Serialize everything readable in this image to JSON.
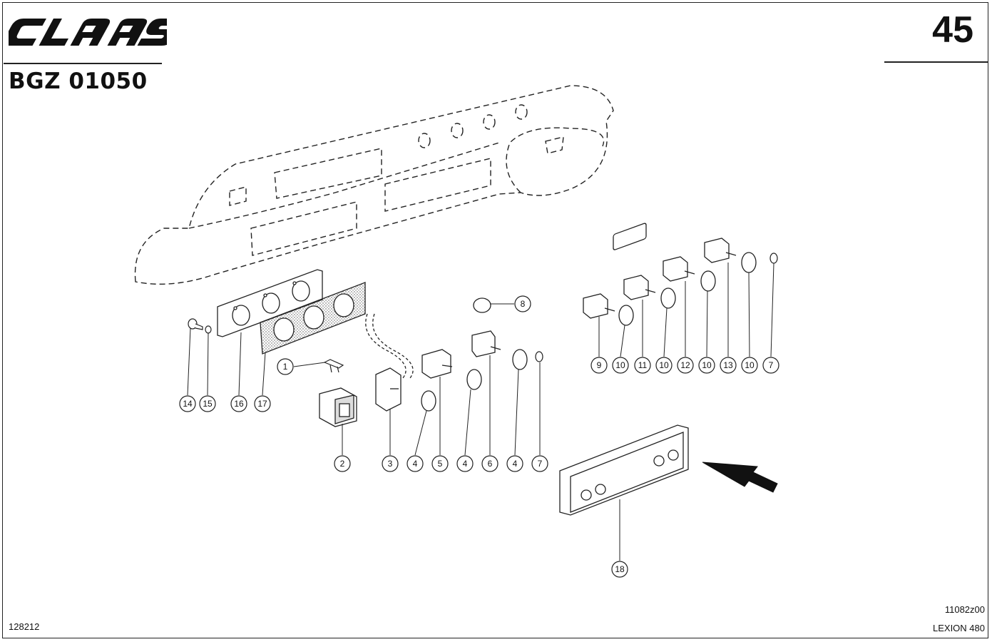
{
  "header": {
    "brand_logo_text": "CLAAS",
    "page_number": "45",
    "group_code": "BGZ 01050"
  },
  "footer": {
    "document_code": "128212",
    "drawing_code": "11082z00",
    "model": "LEXION 480"
  },
  "callouts": [
    {
      "id": "c1",
      "label": "1"
    },
    {
      "id": "c2",
      "label": "2"
    },
    {
      "id": "c3",
      "label": "3"
    },
    {
      "id": "c4a",
      "label": "4"
    },
    {
      "id": "c5",
      "label": "5"
    },
    {
      "id": "c4b",
      "label": "4"
    },
    {
      "id": "c6",
      "label": "6"
    },
    {
      "id": "c4c",
      "label": "4"
    },
    {
      "id": "c7a",
      "label": "7"
    },
    {
      "id": "c8",
      "label": "8"
    },
    {
      "id": "c9",
      "label": "9"
    },
    {
      "id": "c10a",
      "label": "10"
    },
    {
      "id": "c11",
      "label": "11"
    },
    {
      "id": "c10b",
      "label": "10"
    },
    {
      "id": "c12",
      "label": "12"
    },
    {
      "id": "c10c",
      "label": "10"
    },
    {
      "id": "c13",
      "label": "13"
    },
    {
      "id": "c10d",
      "label": "10"
    },
    {
      "id": "c7b",
      "label": "7"
    },
    {
      "id": "c14",
      "label": "14"
    },
    {
      "id": "c15",
      "label": "15"
    },
    {
      "id": "c16",
      "label": "16"
    },
    {
      "id": "c17",
      "label": "17"
    },
    {
      "id": "c18",
      "label": "18"
    }
  ]
}
